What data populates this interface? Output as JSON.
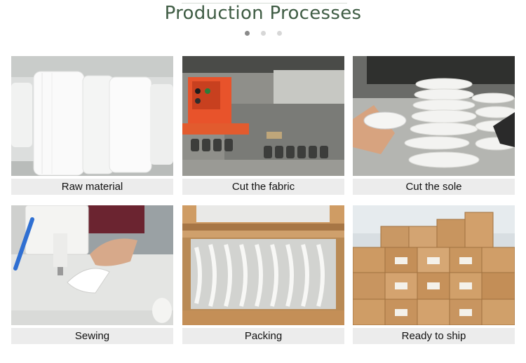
{
  "header": {
    "title": "Production Processes"
  },
  "carousel": {
    "dots": 3,
    "active": 0
  },
  "steps": [
    {
      "label": "Raw material",
      "icon": "raw-material-photo"
    },
    {
      "label": "Cut the fabric",
      "icon": "cutting-machine-photo"
    },
    {
      "label": "Cut the sole",
      "icon": "sole-cutting-photo"
    },
    {
      "label": "Sewing",
      "icon": "sewing-machine-photo"
    },
    {
      "label": "Packing",
      "icon": "packed-slippers-photo"
    },
    {
      "label": "Ready to ship",
      "icon": "cardboard-boxes-photo"
    }
  ],
  "colors": {
    "title": "#3f5c44",
    "caption_bg": "#ececec",
    "dot_active": "#8a8a8a",
    "dot_inactive": "#d7d7d7"
  }
}
